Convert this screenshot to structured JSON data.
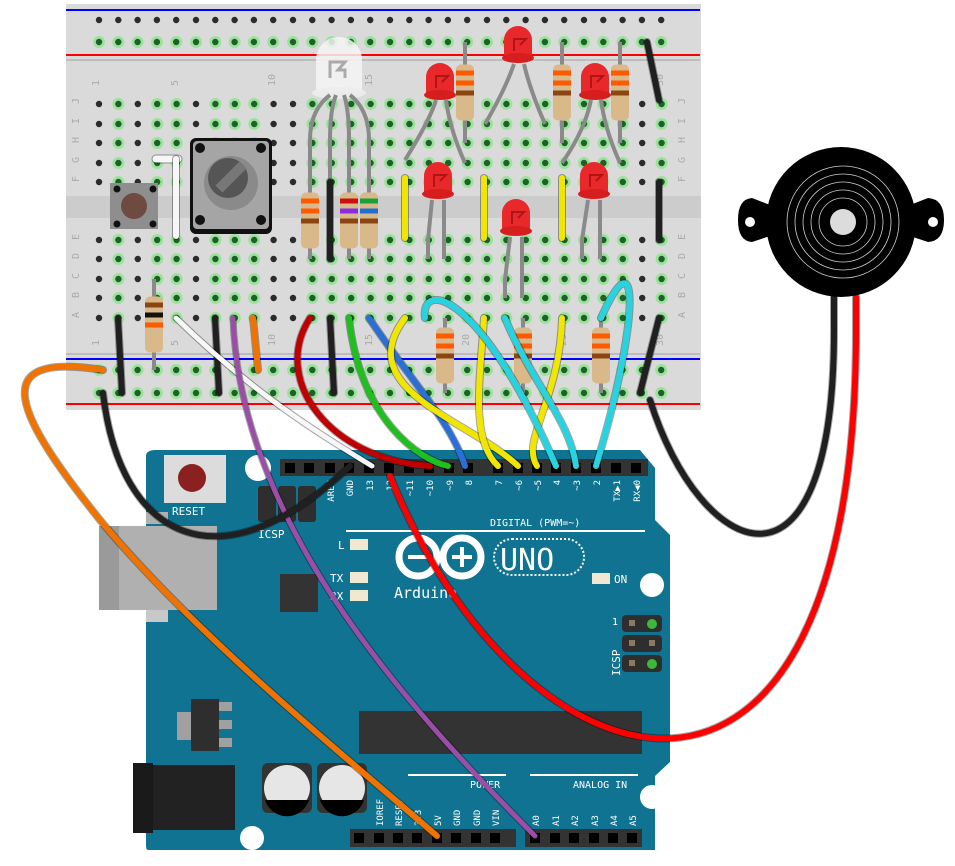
{
  "diagram": {
    "title": "Arduino UNO breadboard circuit",
    "breadboard": {
      "row_letters_top": [
        "J",
        "I",
        "H",
        "G",
        "F"
      ],
      "row_letters_bottom": [
        "E",
        "D",
        "C",
        "B",
        "A"
      ],
      "column_numbers": [
        "1",
        "5",
        "10",
        "15",
        "20",
        "25",
        "30"
      ]
    },
    "arduino": {
      "reset_label": "RESET",
      "icsp_label": "ICSP",
      "icsp_right_label": "ICSP",
      "icsp_pin1_label": "1",
      "l_label": "L",
      "tx_label": "TX",
      "rx_label": "RX",
      "on_label": "ON",
      "brand_label": "Arduino",
      "model_label": "UNO",
      "digital_label": "DIGITAL (PWM=~)",
      "power_label": "POWER",
      "analog_label": "ANALOG IN",
      "digital_pins": [
        "AREF",
        "GND",
        "13",
        "12",
        "~11",
        "~10",
        "~9",
        "8",
        "7",
        "~6",
        "~5",
        "4",
        "~3",
        "2",
        "TX▶1",
        "RX◀0"
      ],
      "power_pins": [
        "IOREF",
        "RESET",
        "3V3",
        "5V",
        "GND",
        "GND",
        "VIN"
      ],
      "analog_pins": [
        "A0",
        "A1",
        "A2",
        "A3",
        "A4",
        "A5"
      ]
    },
    "components": {
      "leds": [
        "red",
        "red",
        "red",
        "red",
        "red",
        "red"
      ],
      "rgb_led": "common cathode RGB",
      "potentiometer": "rotary",
      "pushbutton": "tactile",
      "buzzer": "piezo"
    },
    "colors": {
      "board": "#0f7391",
      "breadboard": "#dadada",
      "rail_blue": "#0000ff",
      "rail_red": "#ff0000",
      "wire_yellow": "#f0e600",
      "wire_cyan": "#27d3e0",
      "wire_orange": "#f07300",
      "wire_purple": "#9b4ea8",
      "wire_green": "#1fbf1f",
      "wire_blue": "#2a6fd6",
      "wire_red": "#c00000",
      "wire_black": "#202020"
    }
  }
}
